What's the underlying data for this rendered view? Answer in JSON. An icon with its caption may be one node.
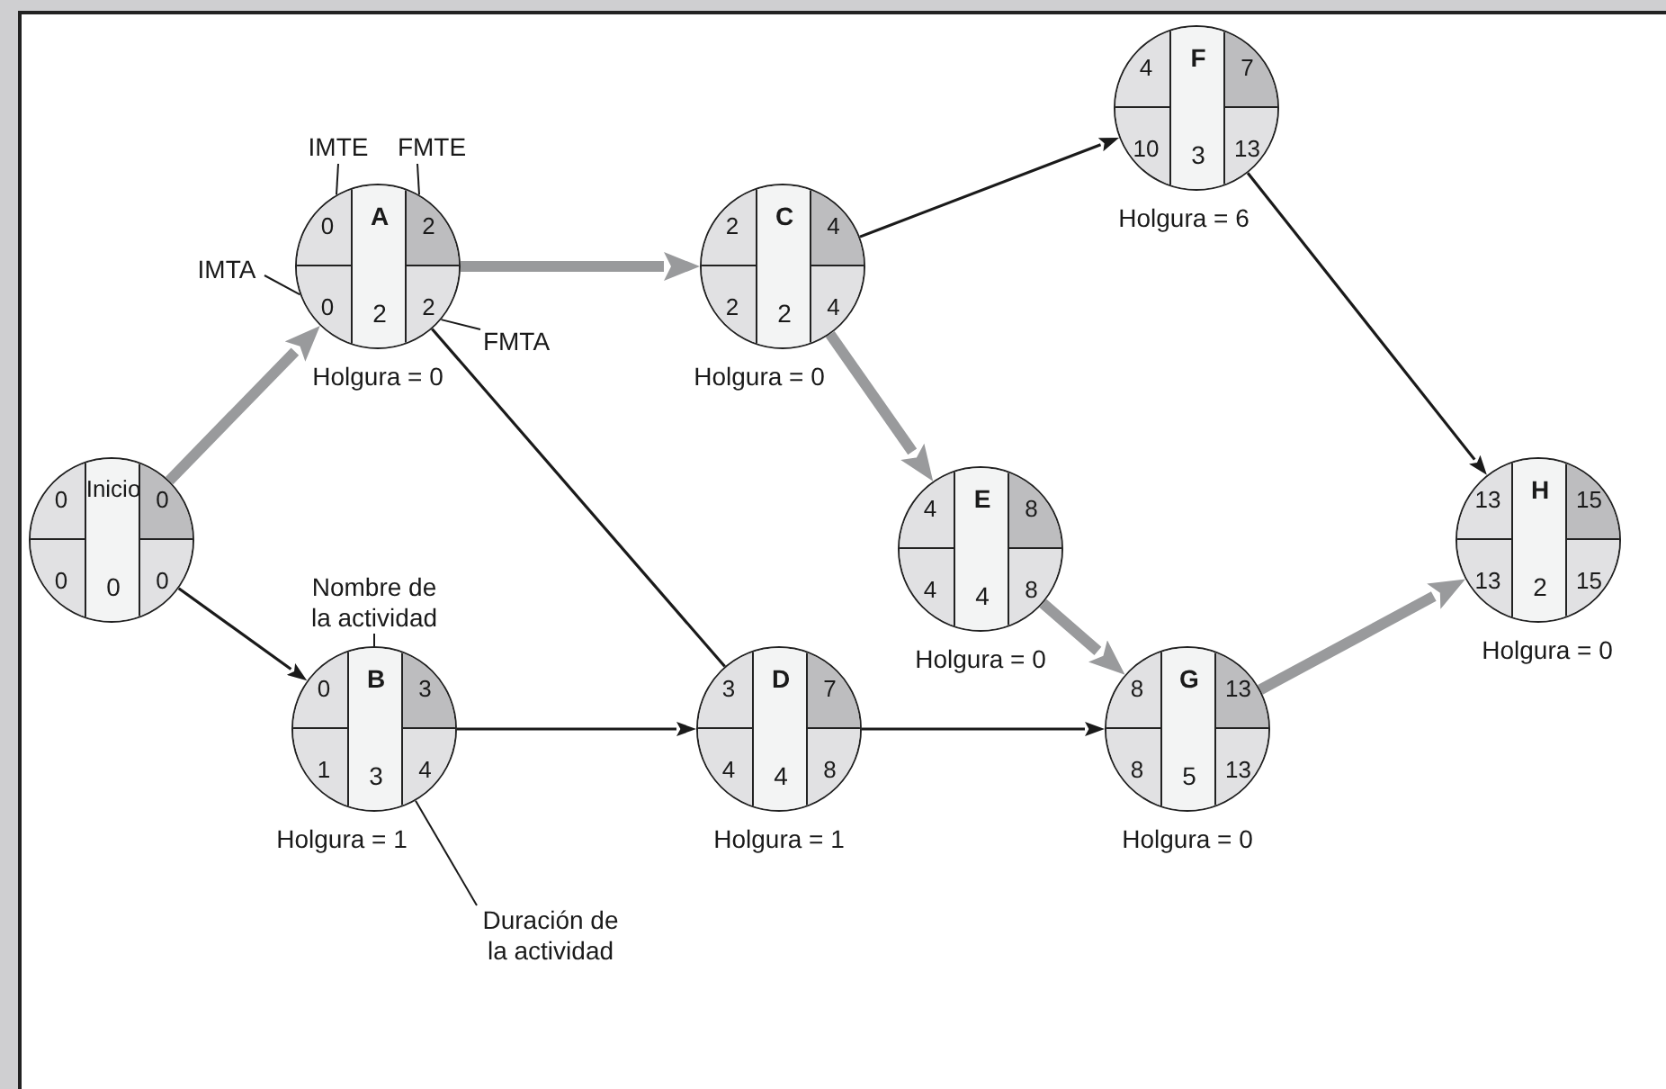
{
  "diagram": {
    "nodes": [
      {
        "text": [
          "0",
          "Inicio",
          "0",
          "0",
          "0",
          "0"
        ]
      },
      {
        "text": [
          "0",
          "A",
          "2",
          "0",
          "2",
          "2"
        ],
        "beside": [
          "Holgura = 0"
        ]
      },
      {
        "text": [
          "0",
          "B",
          "3",
          "1",
          "3",
          "4"
        ],
        "beside": [
          "Holgura = 1"
        ]
      },
      {
        "text": [
          "2",
          "C",
          "4",
          "2",
          "2",
          "4"
        ],
        "beside": [
          "Holgura = 0"
        ]
      },
      {
        "text": [
          "3",
          "D",
          "7",
          "4",
          "4",
          "8"
        ],
        "beside": [
          "Holgura = 1"
        ]
      },
      {
        "text": [
          "4",
          "E",
          "8",
          "4",
          "4",
          "8"
        ],
        "beside": [
          "Holgura = 0"
        ]
      },
      {
        "text": [
          "4",
          "F",
          "7",
          "10",
          "3",
          "13"
        ],
        "beside": [
          "Holgura = 6"
        ]
      },
      {
        "text": [
          "8",
          "G",
          "13",
          "8",
          "5",
          "13"
        ],
        "beside": [
          "Holgura = 0"
        ]
      },
      {
        "text": [
          "13",
          "H",
          "15",
          "13",
          "2",
          "15"
        ],
        "beside": [
          "Holgura = 0"
        ]
      },
      {
        "text": [
          "IMTE"
        ]
      },
      {
        "text": [
          "FMTE"
        ]
      },
      {
        "text": [
          "IMTA"
        ]
      },
      {
        "text": [
          "FMTA"
        ]
      },
      {
        "text": [
          "Nombre de la actividad"
        ]
      },
      {
        "text": [
          "Duración de la actividad"
        ]
      }
    ],
    "edges": [
      {
        "from": 0,
        "to": 1,
        "arrow": "to",
        "style": "thick",
        "color": "#999a9c"
      },
      {
        "from": 0,
        "to": 2,
        "arrow": "to"
      },
      {
        "from": 1,
        "to": 3,
        "arrow": "to",
        "style": "thick",
        "color": "#999a9c"
      },
      {
        "from": 1,
        "to": 4,
        "arrow": "none"
      },
      {
        "from": 2,
        "to": 4,
        "arrow": "to"
      },
      {
        "from": 3,
        "to": 6,
        "arrow": "to"
      },
      {
        "from": 3,
        "to": 5,
        "arrow": "to",
        "style": "thick",
        "color": "#999a9c"
      },
      {
        "from": 4,
        "to": 7,
        "arrow": "to"
      },
      {
        "from": 5,
        "to": 7,
        "arrow": "to",
        "style": "thick",
        "color": "#999a9c"
      },
      {
        "from": 6,
        "to": 8,
        "arrow": "to"
      },
      {
        "from": 7,
        "to": 8,
        "arrow": "to",
        "style": "thick",
        "color": "#999a9c"
      },
      {
        "from": 9,
        "to": 1,
        "arrow": "none"
      },
      {
        "from": 10,
        "to": 1,
        "arrow": "none"
      },
      {
        "from": 11,
        "to": 1,
        "arrow": "none"
      },
      {
        "from": 12,
        "to": 1,
        "arrow": "none"
      },
      {
        "from": 13,
        "to": 2,
        "arrow": "none"
      },
      {
        "from": 14,
        "to": 2,
        "arrow": "none"
      }
    ]
  }
}
